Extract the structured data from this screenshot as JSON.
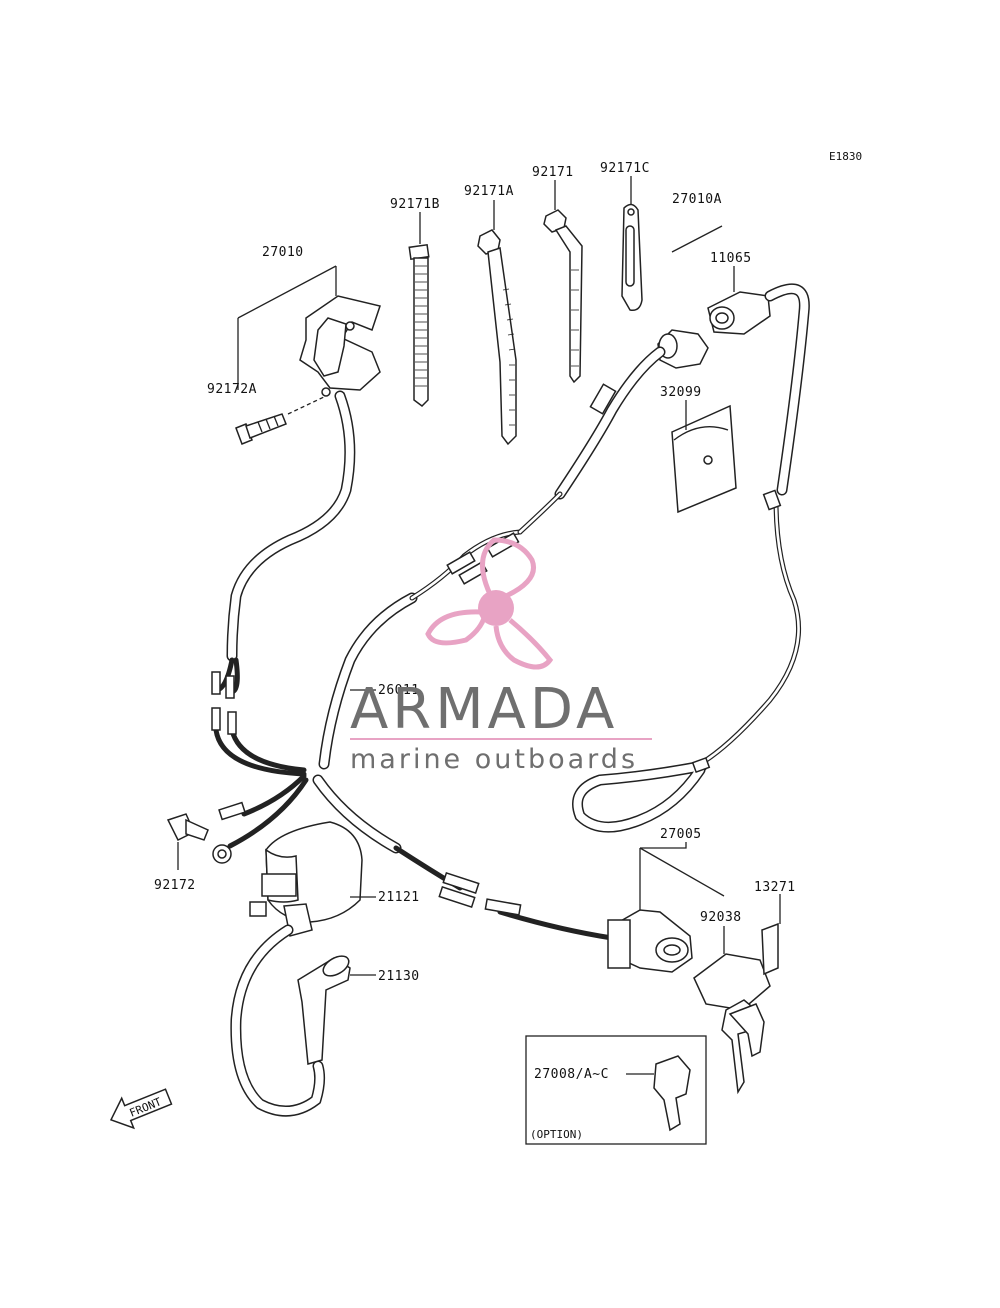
{
  "diagram_code": "E1830",
  "parts": {
    "p27010": "27010",
    "p92172a": "92172A",
    "p92171b": "92171B",
    "p92171a": "92171A",
    "p92171": "92171",
    "p92171c": "92171C",
    "p27010a": "27010A",
    "p11065": "11065",
    "p32099": "32099",
    "p26011": "26011",
    "p92172": "92172",
    "p21121": "21121",
    "p21130": "21130",
    "p27005": "27005",
    "p13271": "13271",
    "p92038": "92038",
    "p27008": "27008/A~C"
  },
  "option_box_label": "(OPTION)",
  "front_arrow_label": "FRONT",
  "watermark": {
    "title": "ARMADA",
    "subtitle": "marine outboards",
    "accent_color": "#e8a3c4",
    "text_color": "#6f6f6f"
  }
}
